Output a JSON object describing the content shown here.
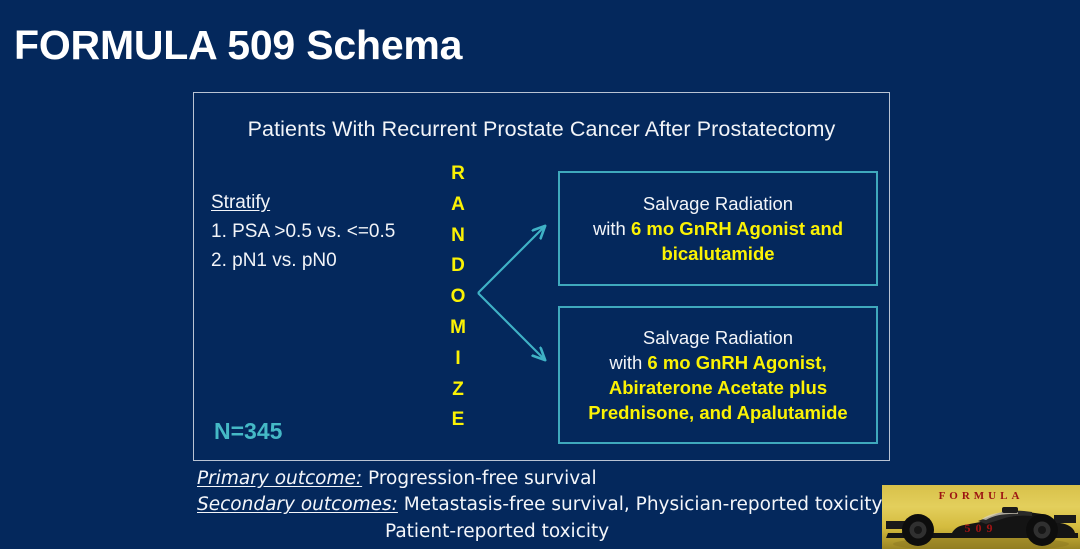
{
  "slide": {
    "title": "FORMULA 509 Schema",
    "background_color": "#04285c"
  },
  "schema": {
    "cohort_header": "Patients With Recurrent Prostate Cancer After Prostatectomy",
    "stratify": {
      "heading": "Stratify",
      "items": [
        "1. PSA >0.5 vs. <=0.5",
        "2. pN1 vs. pN0"
      ]
    },
    "enrollment": "N=345",
    "randomize_letters": [
      "R",
      "A",
      "N",
      "D",
      "O",
      "M",
      "I",
      "Z",
      "E"
    ],
    "randomize_word": "RANDOMIZE",
    "arms": [
      {
        "name": "arm-1",
        "lines": [
          {
            "plain": "Salvage Radiation",
            "highlight": ""
          },
          {
            "plain": "with ",
            "highlight": "6 mo GnRH Agonist and"
          },
          {
            "plain": "",
            "highlight": "bicalutamide"
          }
        ]
      },
      {
        "name": "arm-2",
        "lines": [
          {
            "plain": "Salvage Radiation",
            "highlight": ""
          },
          {
            "plain": "with ",
            "highlight": "6 mo GnRH Agonist,"
          },
          {
            "plain": "",
            "highlight": "Abiraterone Acetate plus"
          },
          {
            "plain": "",
            "highlight": "Prednisone, and Apalutamide"
          }
        ]
      }
    ]
  },
  "outcomes": {
    "primary_label": "Primary outcome:",
    "primary_value": " Progression-free survival",
    "secondary_label": "Secondary outcomes:",
    "secondary_value": "  Metastasis-free survival, Physician-reported toxicity,",
    "secondary_value_continued": "Patient-reported toxicity"
  },
  "logo": {
    "formula_text": "FORMULA",
    "number_text": "509",
    "alt": "formula-509-race-car-logo"
  },
  "colors": {
    "background": "#04285c",
    "highlight_yellow": "#fbf204",
    "teal_accent": "#3fa9bd",
    "enrollment_teal": "#45b9c6",
    "frame_border": "#b9c3d3",
    "text_white": "#f2f4f8",
    "logo_gold": "#d8c14a",
    "logo_red": "#9c1212"
  }
}
